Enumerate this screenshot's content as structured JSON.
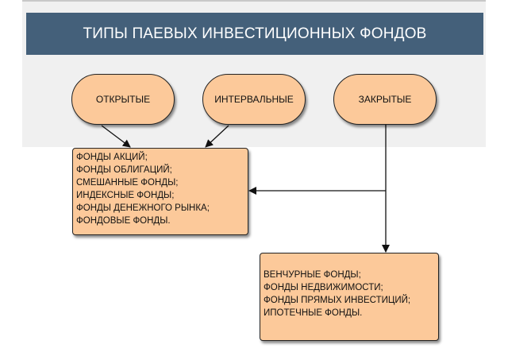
{
  "title": "ТИПЫ ПАЕВЫХ ИНВЕСТИЦИОННЫХ ФОНДОВ",
  "types": [
    {
      "label": "ОТКРЫТЫЕ"
    },
    {
      "label": "ИНТЕРВАЛЬНЫЕ"
    },
    {
      "label": "ЗАКРЫТЫЕ"
    }
  ],
  "open_interval_funds": [
    "ФОНДЫ АКЦИЙ;",
    "ФОНДЫ ОБЛИГАЦИЙ;",
    "СМЕШАННЫЕ ФОНДЫ;",
    "ИНДЕКСНЫЕ ФОНДЫ;",
    "ФОНДЫ ДЕНЕЖНОГО РЫНКА;",
    "ФОНДОВЫЕ ФОНДЫ."
  ],
  "closed_funds": [
    "ВЕНЧУРНЫЕ ФОНДЫ;",
    "ФОНДЫ НЕДВИЖИМОСТИ;",
    "ФОНДЫ ПРЯМЫХ ИНВЕСТИЦИЙ;",
    "ИПОТЕЧНЫЕ ФОНДЫ."
  ],
  "colors": {
    "header": "#44607a",
    "node_fill": "#fcc99a",
    "background_band": "#f0f0f0"
  }
}
